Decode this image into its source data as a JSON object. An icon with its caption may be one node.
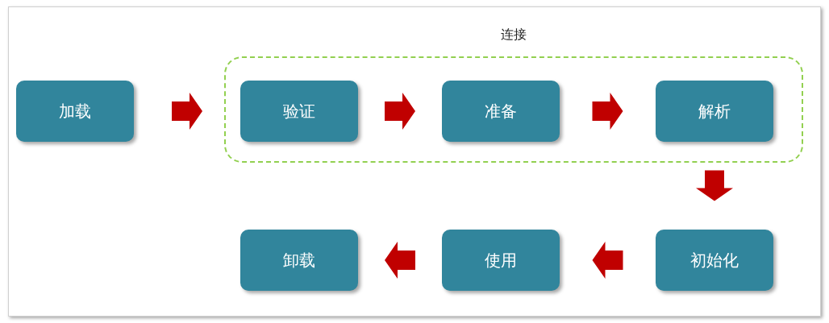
{
  "diagram": {
    "nodes": [
      {
        "text": [
          "加载"
        ]
      },
      {
        "text": [
          "连接"
        ]
      },
      {
        "text": [
          "验证"
        ],
        "in": 1
      },
      {
        "text": [
          "准备"
        ],
        "in": 1
      },
      {
        "text": [
          "解析"
        ],
        "in": 1
      },
      {
        "text": [
          "初始化"
        ]
      },
      {
        "text": [
          "使用"
        ]
      },
      {
        "text": [
          "卸载"
        ]
      }
    ],
    "edges": [
      {
        "from": 0,
        "to": 2,
        "arrow": "to"
      },
      {
        "from": 2,
        "to": 3,
        "arrow": "to"
      },
      {
        "from": 3,
        "to": 4,
        "arrow": "to"
      },
      {
        "from": 4,
        "to": 5,
        "arrow": "to"
      },
      {
        "from": 5,
        "to": 6,
        "arrow": "to"
      },
      {
        "from": 6,
        "to": 7,
        "arrow": "to"
      }
    ]
  }
}
